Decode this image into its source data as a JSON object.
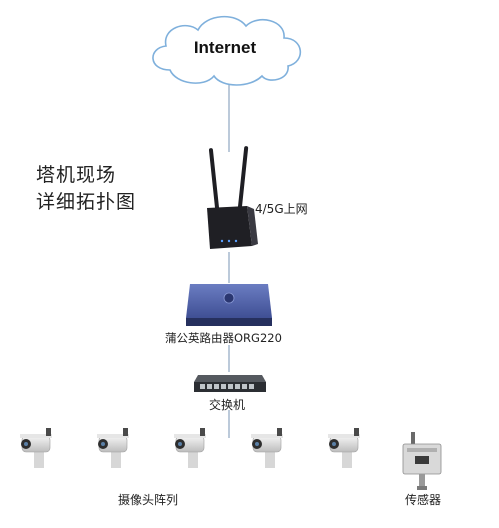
{
  "cloud": {
    "label": "Internet"
  },
  "title": {
    "line1": "塔机现场",
    "line2": "详细拓扑图"
  },
  "nodes": {
    "modem_label": "4/5G上网",
    "router_label": "蒲公英路由器ORG220",
    "switch_label": "交换机",
    "cameras_label": "摄像头阵列",
    "sensor_label": "传感器"
  },
  "icons": {
    "cloud": "cloud-icon",
    "modem": "4g-router-icon",
    "router": "router-icon",
    "switch": "switch-icon",
    "camera": "camera-icon",
    "sensor": "sensor-icon"
  },
  "colors": {
    "line": "#7a95b5",
    "router_body": "#3a4a8a",
    "router_top": "#5c6fb3",
    "modem_body": "#1f1f24"
  }
}
